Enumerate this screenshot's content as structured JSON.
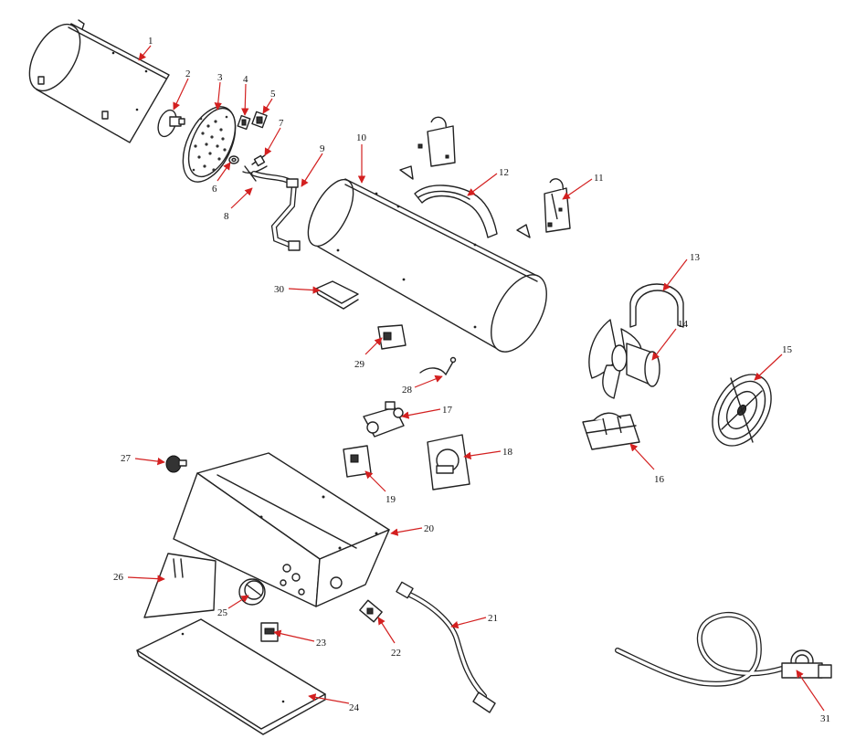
{
  "colors": {
    "leader": "#d32020",
    "line": "#222222",
    "background": "#ffffff"
  },
  "callouts": [
    {
      "id": "1",
      "text": "1"
    },
    {
      "id": "2",
      "text": "2"
    },
    {
      "id": "3",
      "text": "3"
    },
    {
      "id": "4",
      "text": "4"
    },
    {
      "id": "5",
      "text": "5"
    },
    {
      "id": "6",
      "text": "6"
    },
    {
      "id": "7",
      "text": "7"
    },
    {
      "id": "8",
      "text": "8"
    },
    {
      "id": "9",
      "text": "9"
    },
    {
      "id": "10",
      "text": "10"
    },
    {
      "id": "11",
      "text": "11"
    },
    {
      "id": "12",
      "text": "12"
    },
    {
      "id": "13",
      "text": "13"
    },
    {
      "id": "14",
      "text": "14"
    },
    {
      "id": "15",
      "text": "15"
    },
    {
      "id": "16",
      "text": "16"
    },
    {
      "id": "17",
      "text": "17"
    },
    {
      "id": "18",
      "text": "18"
    },
    {
      "id": "19",
      "text": "19"
    },
    {
      "id": "20",
      "text": "20"
    },
    {
      "id": "21",
      "text": "21"
    },
    {
      "id": "22",
      "text": "22"
    },
    {
      "id": "23",
      "text": "23"
    },
    {
      "id": "24",
      "text": "24"
    },
    {
      "id": "25",
      "text": "25"
    },
    {
      "id": "26",
      "text": "26"
    },
    {
      "id": "27",
      "text": "27"
    },
    {
      "id": "28",
      "text": "28"
    },
    {
      "id": "29",
      "text": "29"
    },
    {
      "id": "30",
      "text": "30"
    },
    {
      "id": "31",
      "text": "31"
    }
  ]
}
